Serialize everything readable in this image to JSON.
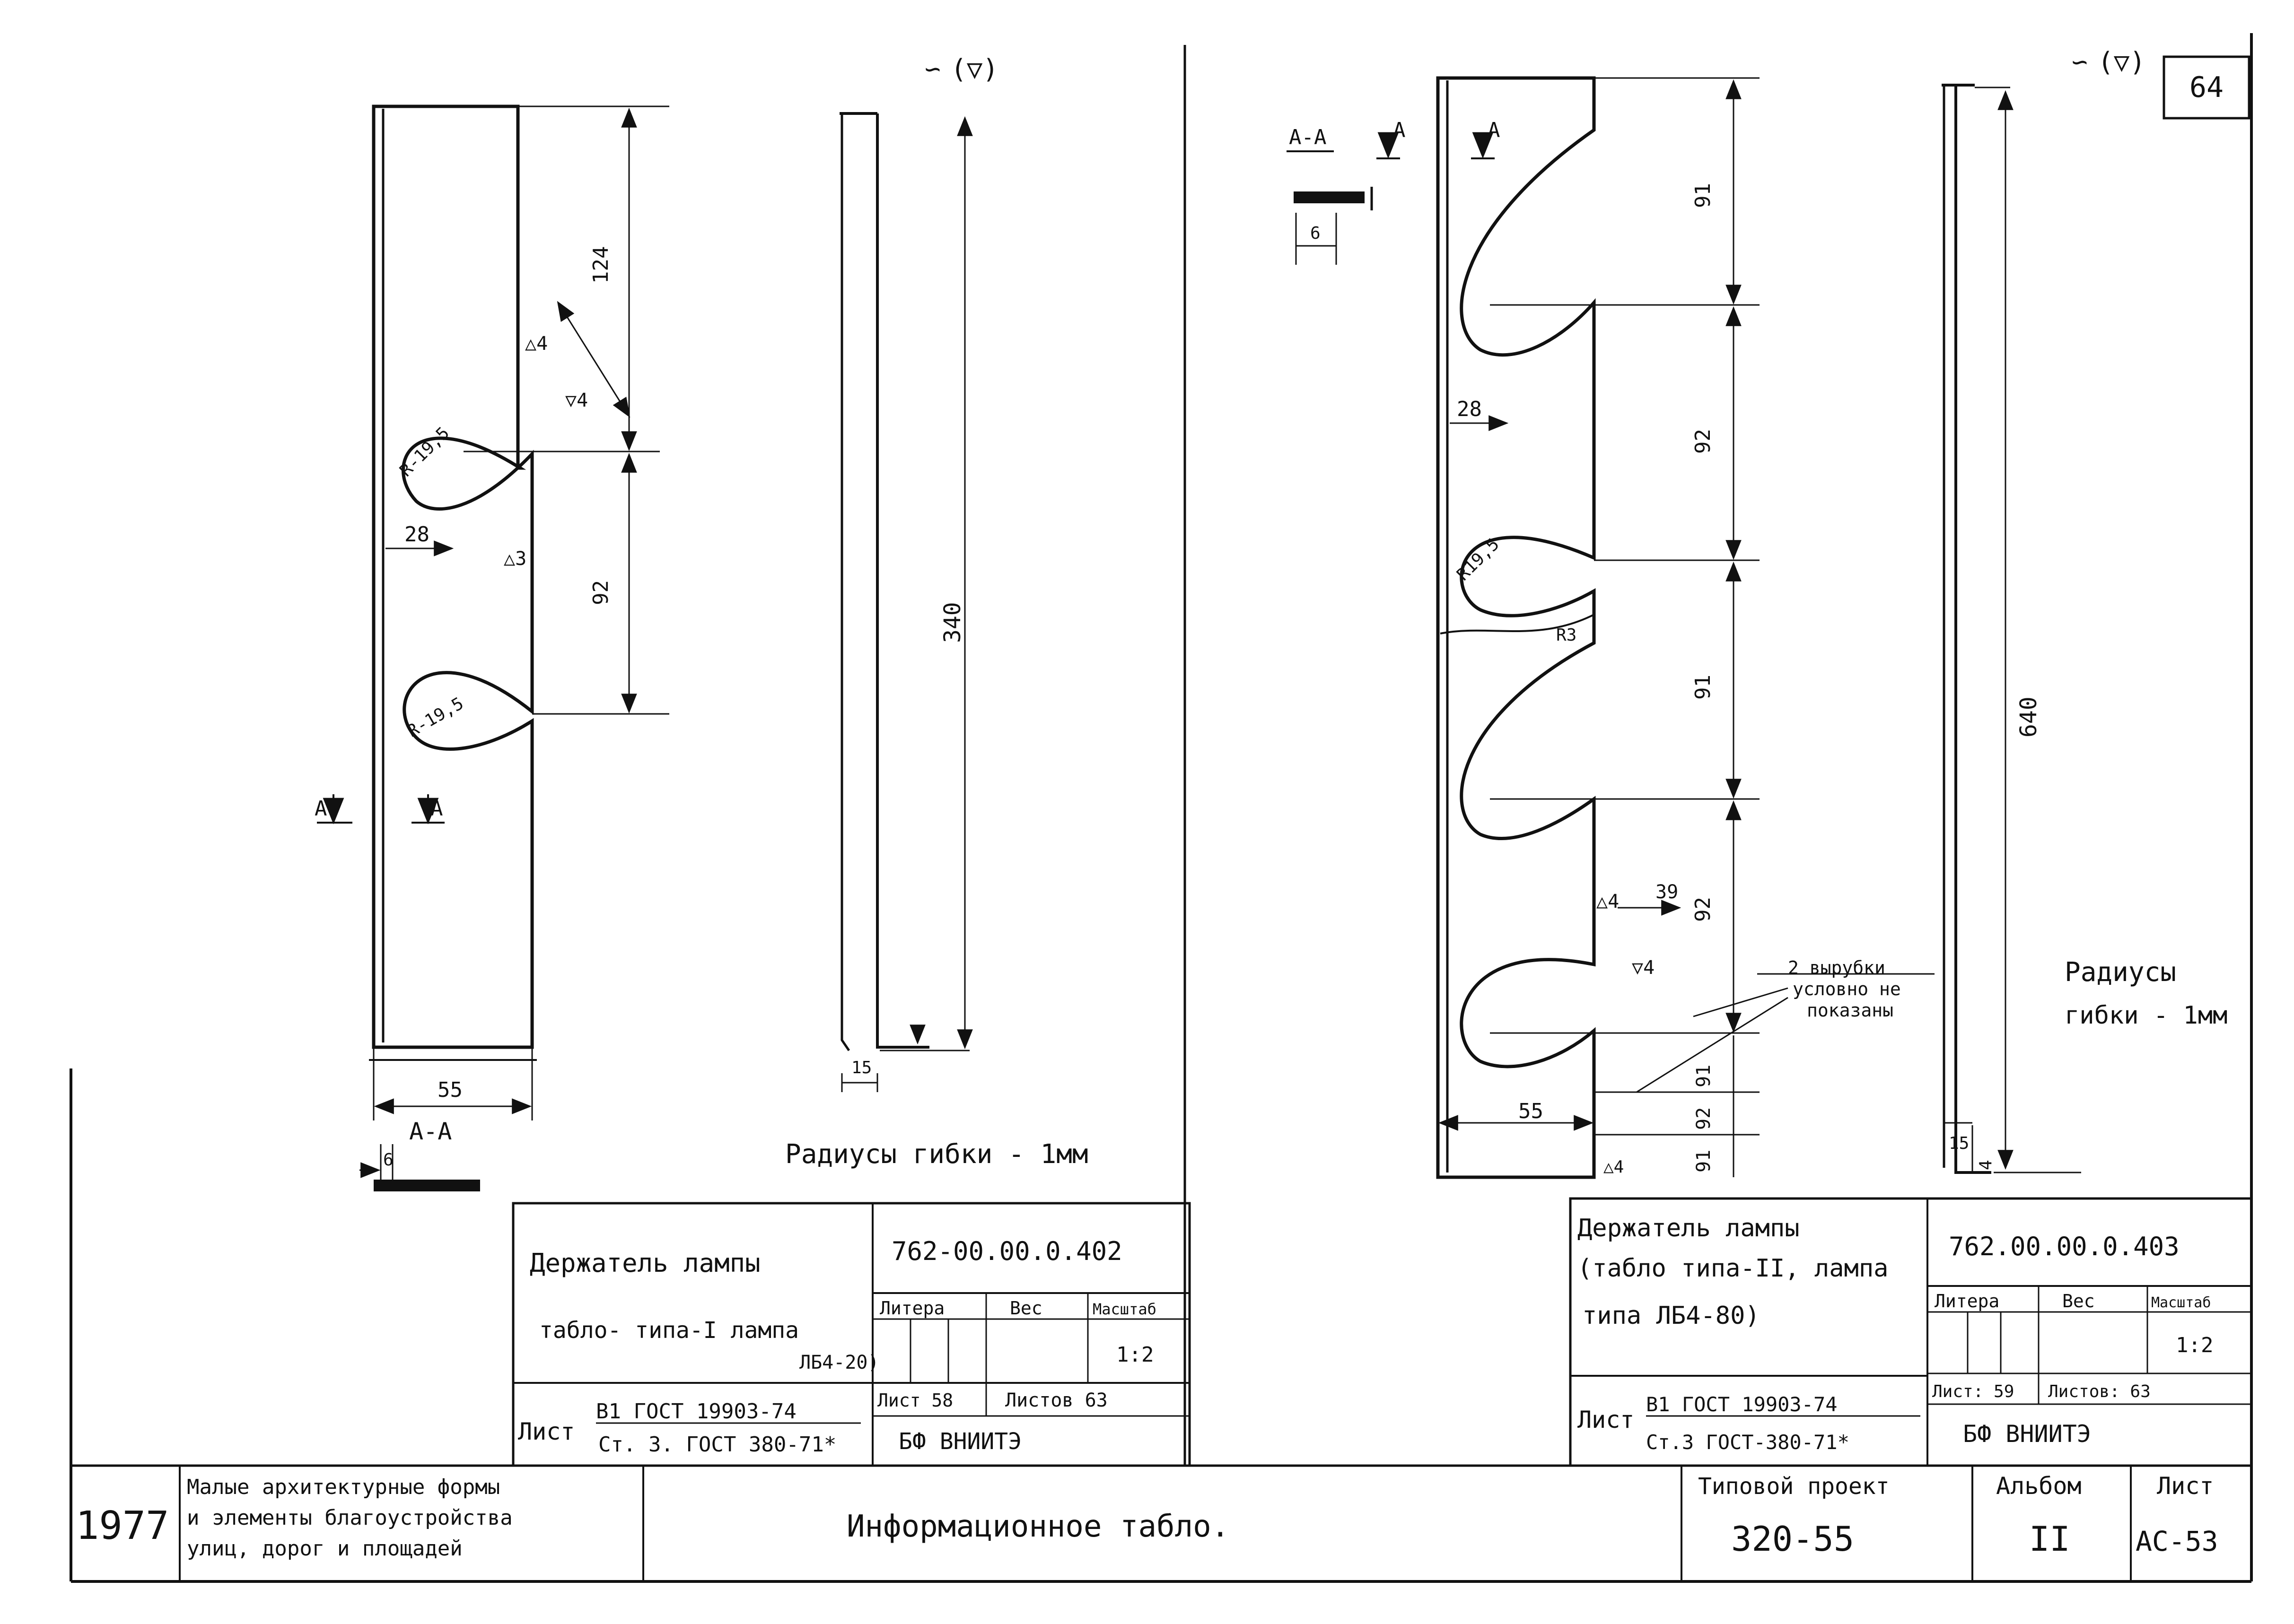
{
  "sheet_number": "64",
  "drawing_left": {
    "view_marker": "(▽)",
    "dims": [
      "124",
      "92",
      "28",
      "55",
      "340",
      "15",
      "6"
    ],
    "radius_labels": [
      "R-19,5",
      "R-19,5"
    ],
    "weld_marks": [
      "4",
      "4",
      "3"
    ],
    "section_mark": "A",
    "section_label": "А-А",
    "note": "Радиусы гибки - 1мм"
  },
  "drawing_right": {
    "view_marker": "(▽)",
    "dims": [
      "91",
      "92",
      "91",
      "92",
      "91",
      "92",
      "91",
      "28",
      "55",
      "39",
      "640",
      "15",
      "4",
      "4",
      "6"
    ],
    "radius_labels": [
      "R19,5",
      "R3"
    ],
    "weld_marks": [
      "4",
      "4"
    ],
    "section_mark": "A",
    "section_label": "А-А",
    "note_line1": "2 вырубки",
    "note_line2": "условно не",
    "note_line3": "показаны",
    "bend_note_line1": "Радиусы",
    "bend_note_line2": "гибки - 1мм"
  },
  "stamp_left": {
    "name_line1": "Держатель лампы",
    "name_line2": "табло- типа-I лампа",
    "name_line3": "ЛБ4-20)",
    "code": "762-00.00.0.402",
    "litera_label": "Литера",
    "weight_label": "Вес",
    "scale_label": "Масштаб",
    "scale": "1:2",
    "sheet_label": "Лист 58",
    "sheets_label": "Листов 63",
    "org": "БФ ВНИИТЭ",
    "material_prefix": "Лист",
    "material_line1": "В1 ГОСТ 19903-74",
    "material_line2": "Ст. 3. ГОСТ 380-71*"
  },
  "stamp_right": {
    "name_line1": "Держатель лампы",
    "name_line2": "(табло типа-II, лампа",
    "name_line3": "типа ЛБ4-80)",
    "code": "762.00.00.0.403",
    "litera_label": "Литера",
    "weight_label": "Вес",
    "scale_label": "Масштаб",
    "scale": "1:2",
    "sheet_label": "Лист: 59",
    "sheets_label": "Листов: 63",
    "org": "БФ ВНИИТЭ",
    "material_prefix": "Лист",
    "material_line1": "В1 ГОСТ 19903-74",
    "material_line2": "Ст.3 ГОСТ-380-71*"
  },
  "bottom": {
    "year": "1977",
    "series_line1": "Малые архитектурные формы",
    "series_line2": "и элементы благоустройства",
    "series_line3": "улиц, дорог и площадей",
    "title": "Информационное табло.",
    "project_label": "Типовой проект",
    "project": "320-55",
    "album_label": "Альбом",
    "album": "II",
    "sheet_label": "Лист",
    "sheet": "АС-53"
  }
}
